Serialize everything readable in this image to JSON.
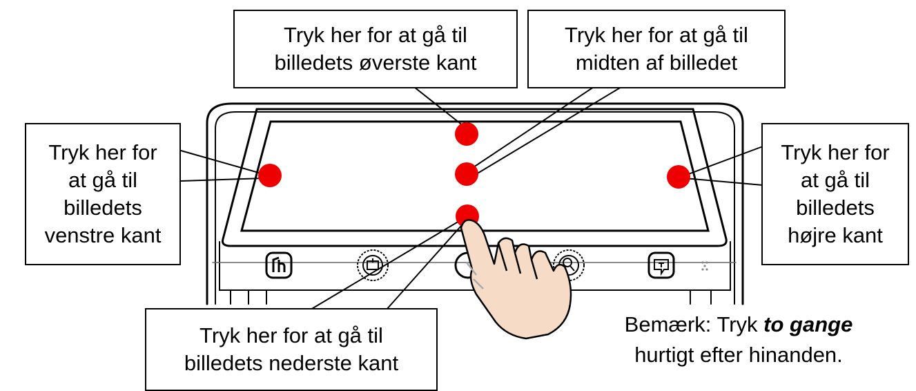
{
  "callouts": {
    "top": [
      "Tryk her for at gå til",
      "billedets øverste kant"
    ],
    "middle": [
      "Tryk her for at gå til",
      "midten af billedet"
    ],
    "left": [
      "Tryk her for",
      "at gå til",
      "billedets",
      "venstre kant"
    ],
    "right": [
      "Tryk her for",
      "at gå til",
      "billedets",
      "højre kant"
    ],
    "bottom": [
      "Tryk her for at gå til",
      "billedets nederste kant"
    ]
  },
  "note": {
    "prefix": "Bemærk: Tryk ",
    "emphasis": "to gange",
    "suffix": "hurtigt efter hinanden."
  },
  "colors": {
    "tap_dot": "#ee0000",
    "hand_fill": "#f6dcc6",
    "outline": "#000000"
  },
  "icons": [
    "home-icon",
    "contrast-dial-icon",
    "capture-icon",
    "zoom-dial-icon",
    "speech-icon",
    "hand-pointer-icon"
  ]
}
